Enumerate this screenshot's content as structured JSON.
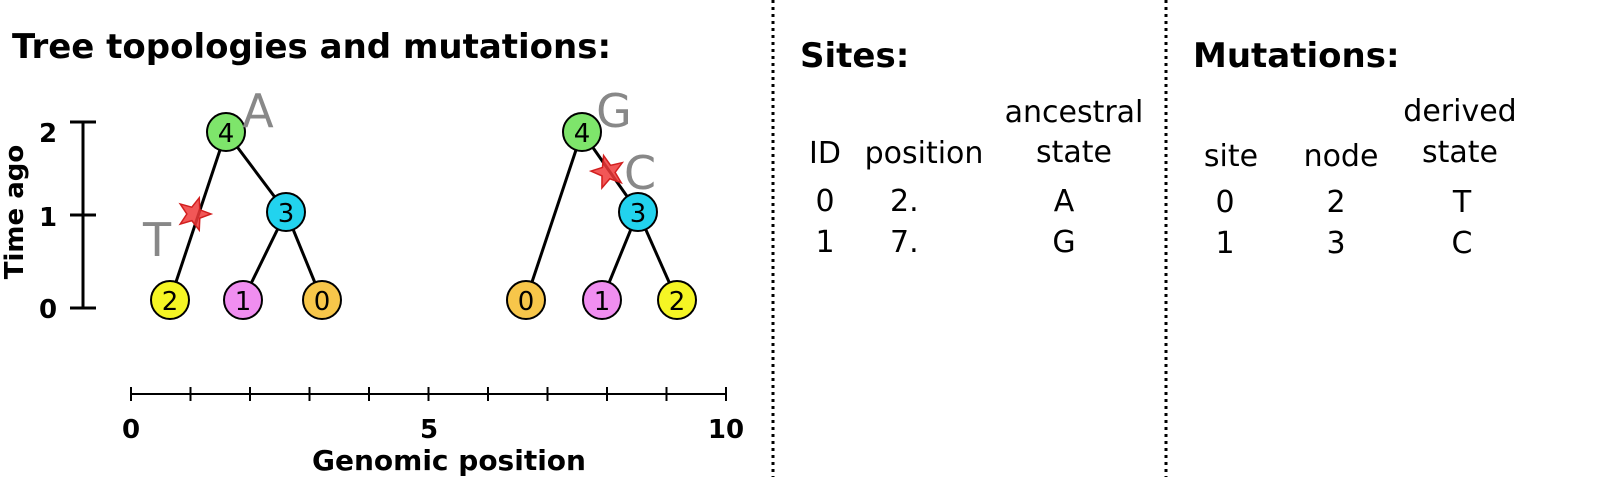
{
  "trees_panel": {
    "title": "Tree topologies and mutations:",
    "y_axis": {
      "label": "Time ago",
      "ticks": [
        "0",
        "1",
        "2"
      ]
    },
    "x_axis": {
      "label": "Genomic position",
      "ticks": [
        "0",
        "5",
        "10"
      ],
      "range": [
        0,
        10
      ],
      "minor_tick_step": 1
    },
    "trees": [
      {
        "nodes": [
          {
            "label": "4",
            "time": 2,
            "color": "#7ee56b"
          },
          {
            "label": "3",
            "time": 1,
            "color": "#22d3ee"
          },
          {
            "label": "2",
            "time": 0,
            "color": "#f5f524"
          },
          {
            "label": "1",
            "time": 0,
            "color": "#f08ef0"
          },
          {
            "label": "0",
            "time": 0,
            "color": "#f7c64a"
          }
        ],
        "site_labels": [
          {
            "text": "A",
            "attached_to": "4"
          }
        ],
        "mutations": [
          {
            "derived_state": "T",
            "on_edge": "4-2"
          }
        ]
      },
      {
        "nodes": [
          {
            "label": "4",
            "time": 2,
            "color": "#7ee56b"
          },
          {
            "label": "3",
            "time": 1,
            "color": "#22d3ee"
          },
          {
            "label": "0",
            "time": 0,
            "color": "#f7c64a"
          },
          {
            "label": "1",
            "time": 0,
            "color": "#f08ef0"
          },
          {
            "label": "2",
            "time": 0,
            "color": "#f5f524"
          }
        ],
        "site_labels": [
          {
            "text": "G",
            "attached_to": "4"
          }
        ],
        "mutations": [
          {
            "derived_state": "C",
            "on_edge": "4-3"
          }
        ]
      }
    ],
    "colors": {
      "mutation_star": "#f03a3a",
      "site_text": "#888888",
      "edge": "#000000"
    }
  },
  "sites_panel": {
    "title": "Sites:",
    "headers": {
      "id": "ID",
      "position": "position",
      "ancestral_line1": "ancestral",
      "ancestral_line2": "state"
    },
    "rows": [
      {
        "id": "0",
        "position": "2.",
        "ancestral_state": "A"
      },
      {
        "id": "1",
        "position": "7.",
        "ancestral_state": "G"
      }
    ]
  },
  "mutations_panel": {
    "title": "Mutations:",
    "headers": {
      "site": "site",
      "node": "node",
      "derived_line1": "derived",
      "derived_line2": "state"
    },
    "rows": [
      {
        "site": "0",
        "node": "2",
        "derived_state": "T"
      },
      {
        "site": "1",
        "node": "3",
        "derived_state": "C"
      }
    ]
  }
}
